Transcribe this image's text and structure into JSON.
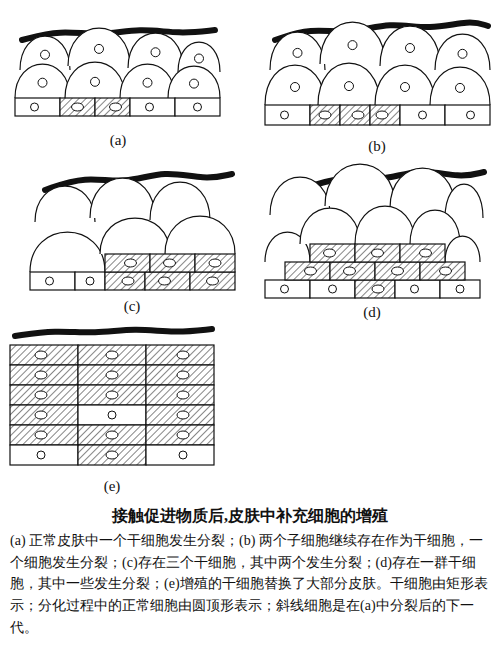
{
  "diagram": {
    "title": "接触促进物质后,皮肤中补充细胞的增殖",
    "caption": "(a) 正常皮肤中一个干细胞发生分裂；(b) 两个子细胞继续存在作为干细胞，一个细胞发生分裂；(c)存在三个干细胞，其中两个发生分裂；(d)存在一群干细胞，其中一些发生分裂；(e)增殖的干细胞替换了大部分皮肤。干细胞由矩形表示；分化过程中的正常细胞由圆顶形表示；斜线细胞是在(a)中分裂后的下一代。",
    "labels": [
      "(a)",
      "(b)",
      "(c)",
      "(d)",
      "(e)"
    ]
  }
}
